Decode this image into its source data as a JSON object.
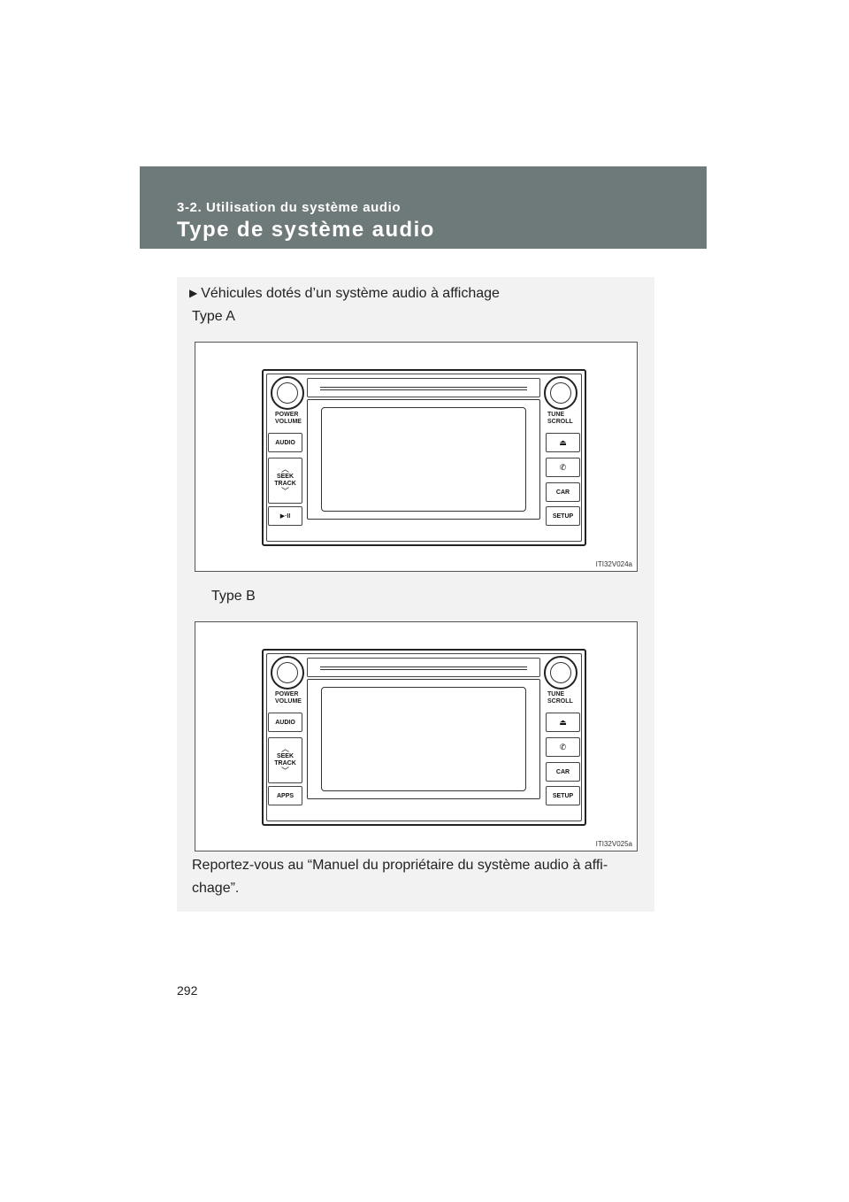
{
  "header": {
    "section": "3-2. Utilisation du système audio",
    "title": "Type de système audio"
  },
  "content": {
    "intro": "Véhicules dotés d’un système audio à affichage",
    "type_a_label": "Type A",
    "type_b_label": "Type B",
    "footer": "Reportez-vous au “Manuel du propriétaire du système audio à affi-chage”."
  },
  "figure_a": {
    "code": "ITI32V024a",
    "knob_left": "POWER VOLUME",
    "knob_right": "TUNE SCROLL",
    "btn_audio": "AUDIO",
    "btn_seek_top": "SEEK",
    "btn_seek_bottom": "TRACK",
    "btn_bottom_left": "▶·II",
    "btn_car": "CAR",
    "btn_setup": "SETUP"
  },
  "figure_b": {
    "code": "ITI32V025a",
    "knob_left": "POWER VOLUME",
    "knob_right": "TUNE SCROLL",
    "btn_audio": "AUDIO",
    "btn_seek_top": "SEEK",
    "btn_seek_bottom": "TRACK",
    "btn_bottom_left": "APPS",
    "btn_car": "CAR",
    "btn_setup": "SETUP"
  },
  "page_number": "292",
  "icons": {
    "arrow": "right-triangle-icon",
    "eject": "eject-icon",
    "phone": "phone-icon"
  },
  "colors": {
    "header_bg": "#6e7a79",
    "content_bg": "#f2f2f2"
  }
}
